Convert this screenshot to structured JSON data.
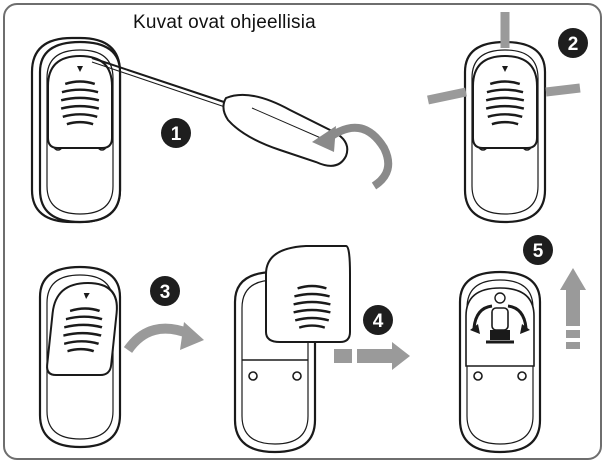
{
  "caption": "Kuvat ovat ohjeellisia",
  "steps": [
    {
      "number": "1",
      "action": "unscrew-cover"
    },
    {
      "number": "2",
      "action": "release-cover-clips"
    },
    {
      "number": "3",
      "action": "flip-cover-up"
    },
    {
      "number": "4",
      "action": "slide-cover-off"
    },
    {
      "number": "5",
      "action": "replace-bulb"
    }
  ],
  "colors": {
    "outline": "#1a1a1a",
    "badge": "#1e1e1e",
    "arrow": "#9a9a9a",
    "frame": "#6e6e6e"
  }
}
